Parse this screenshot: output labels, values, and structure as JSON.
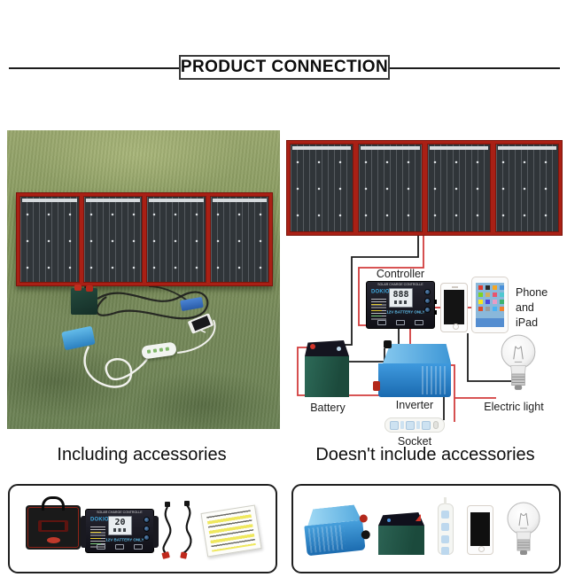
{
  "header": {
    "title": "PRODUCT CONNECTION"
  },
  "connection_diagram": {
    "controller_label": "Controller",
    "battery_label": "Battery",
    "inverter_label": "Inverter",
    "electric_light_label": "Electric light",
    "socket_label": "Socket",
    "phone_ipad_label": "Phone\nand\niPad",
    "controller_device": {
      "header_text": "SOLAR CHARGE CONTROLLER",
      "brand": "DOKIO",
      "lcd_value": "888",
      "mode_text": "12V BATTERY ONLY"
    }
  },
  "sections": {
    "included_title": "Including accessories",
    "not_included_title": "Doesn't include accessories"
  },
  "included_kit": {
    "controller": {
      "header_text": "SOLAR CHARGE CONTROLLER",
      "brand": "DOKIO",
      "lcd_value": "20",
      "mode_text": "12V BATTERY ONLY"
    }
  },
  "colors": {
    "panel_frame_red": "#a92015",
    "wire_red": "#d23c3c",
    "wire_black": "#1c1c1c",
    "inverter_blue": "#2e8fd4",
    "battery_green": "#265c4e"
  }
}
